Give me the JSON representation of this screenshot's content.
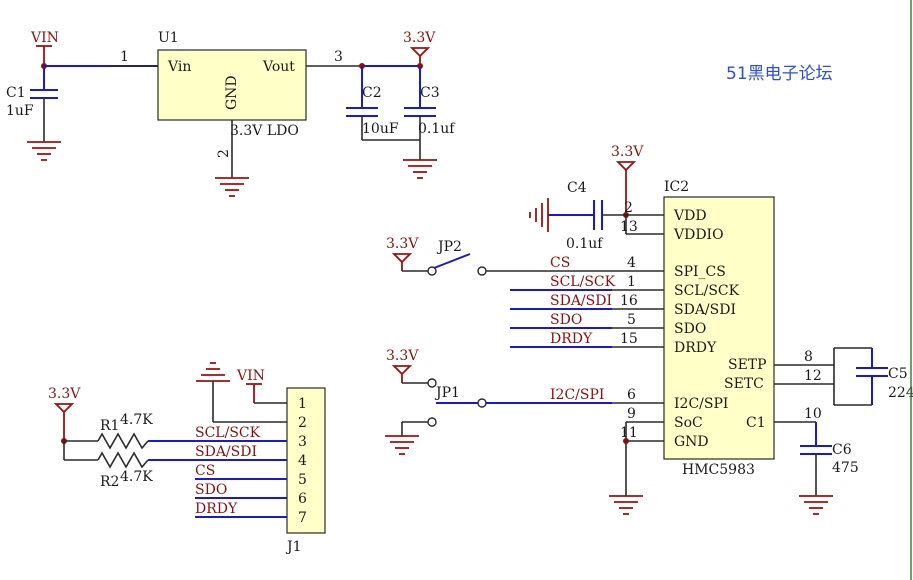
{
  "watermark": "51黑电子论坛",
  "power": {
    "vin": "VIN",
    "v33": "3.3V"
  },
  "u1": {
    "ref": "U1",
    "pin_in": "Vin",
    "pin_out": "Vout",
    "pin_gnd": "GND",
    "value": "3.3V LDO",
    "pin1": "1",
    "pin2": "2",
    "pin3": "3"
  },
  "caps": {
    "c1_ref": "C1",
    "c1_val": "1uF",
    "c2_ref": "C2",
    "c2_val": "10uF",
    "c3_ref": "C3",
    "c3_val": "0.1uf",
    "c4_ref": "C4",
    "c4_val": "0.1uf",
    "c5_ref": "C5",
    "c5_val": "224",
    "c6_ref": "C6",
    "c6_val": "475"
  },
  "ic2": {
    "ref": "IC2",
    "part": "HMC5983",
    "pins_left": [
      {
        "name": "VDD",
        "num": "2"
      },
      {
        "name": "VDDIO",
        "num": "13"
      },
      {
        "name": "SPI_CS",
        "num": "4"
      },
      {
        "name": "SCL/SCK",
        "num": "1"
      },
      {
        "name": "SDA/SDI",
        "num": "16"
      },
      {
        "name": "SDO",
        "num": "5"
      },
      {
        "name": "DRDY",
        "num": "15"
      },
      {
        "name": "I2C/SPI",
        "num": "6"
      },
      {
        "name": "SoC",
        "num": "9"
      },
      {
        "name": "GND",
        "num": "11"
      }
    ],
    "pins_right": [
      {
        "name": "SETP",
        "num": "8"
      },
      {
        "name": "SETC",
        "num": "12"
      },
      {
        "name": "C1",
        "num": "10"
      }
    ]
  },
  "jumpers": {
    "jp1": "JP1",
    "jp2": "JP2"
  },
  "nets": {
    "cs": "CS",
    "scl": "SCL/SCK",
    "sda": "SDA/SDI",
    "sdo": "SDO",
    "drdy": "DRDY",
    "i2c": "I2C/SPI"
  },
  "resistors": {
    "r1_ref": "R1",
    "r1_val": "4.7K",
    "r2_ref": "R2",
    "r2_val": "4.7K"
  },
  "j1": {
    "ref": "J1",
    "pins": [
      "1",
      "2",
      "3",
      "4",
      "5",
      "6",
      "7"
    ]
  }
}
